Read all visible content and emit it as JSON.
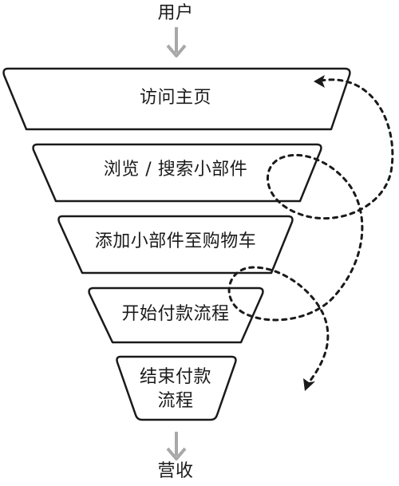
{
  "top_label": "用户",
  "bottom_label": "营收",
  "stages": [
    {
      "label": "访问主页"
    },
    {
      "label": "浏览 / 搜索小部件"
    },
    {
      "label": "添加小部件至购物车"
    },
    {
      "label": "开始付款流程"
    },
    {
      "label_line1": "结束付款",
      "label_line2": "流程"
    }
  ],
  "colors": {
    "stroke": "#1a1a1a",
    "arrow_gray": "#a8a8a8",
    "fill": "#ffffff"
  }
}
